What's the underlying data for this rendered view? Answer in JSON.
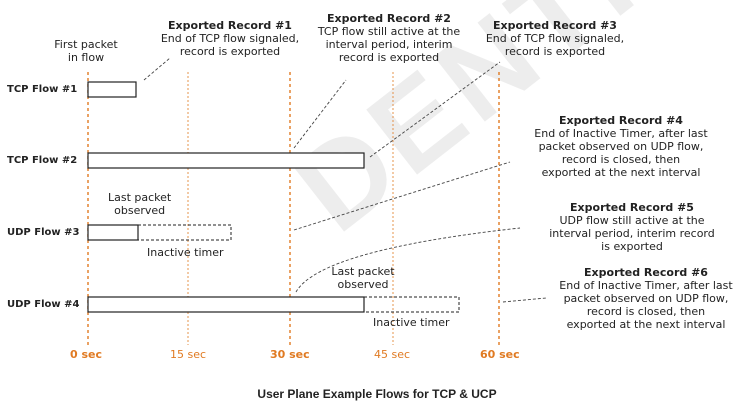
{
  "colors": {
    "accent": "#e07a22",
    "line": "#222222",
    "watermark": "#eeeeee"
  },
  "watermark_text": "DENTIAL",
  "first_packet": {
    "line1": "First packet",
    "line2": "in flow"
  },
  "flows": [
    {
      "label": "TCP Flow #1"
    },
    {
      "label": "TCP Flow #2"
    },
    {
      "label": "UDP Flow #3"
    },
    {
      "label": "UDP Flow #4"
    }
  ],
  "ticks": [
    "0 sec",
    "15 sec",
    "30 sec",
    "45 sec",
    "60 sec"
  ],
  "records": [
    {
      "title": "Exported Record #1",
      "lines": [
        "End of TCP flow signaled,",
        "record is exported"
      ]
    },
    {
      "title": "Exported Record #2",
      "lines": [
        "TCP flow still active at the",
        "interval period, interim",
        "record is exported"
      ]
    },
    {
      "title": "Exported Record #3",
      "lines": [
        "End of TCP flow signaled,",
        "record is exported"
      ]
    },
    {
      "title": "Exported Record #4",
      "lines": [
        "End of Inactive Timer, after last",
        "packet observed on UDP flow,",
        "record is closed, then",
        "exported at the next interval"
      ]
    },
    {
      "title": "Exported Record #5",
      "lines": [
        "UDP flow still active at the",
        "interval period, interim record",
        "is exported"
      ]
    },
    {
      "title": "Exported Record #6",
      "lines": [
        "End of Inactive Timer, after last",
        "packet observed on UDP flow,",
        "record is closed, then",
        "exported at the next interval"
      ]
    }
  ],
  "annotations": {
    "udp3_last_packet": {
      "line1": "Last packet",
      "line2": "observed"
    },
    "udp3_inactive": "Inactive timer",
    "udp4_last_packet": {
      "line1": "Last packet",
      "line2": "observed"
    },
    "udp4_inactive": "Inactive timer"
  },
  "caption": "User Plane Example Flows for TCP & UCP"
}
